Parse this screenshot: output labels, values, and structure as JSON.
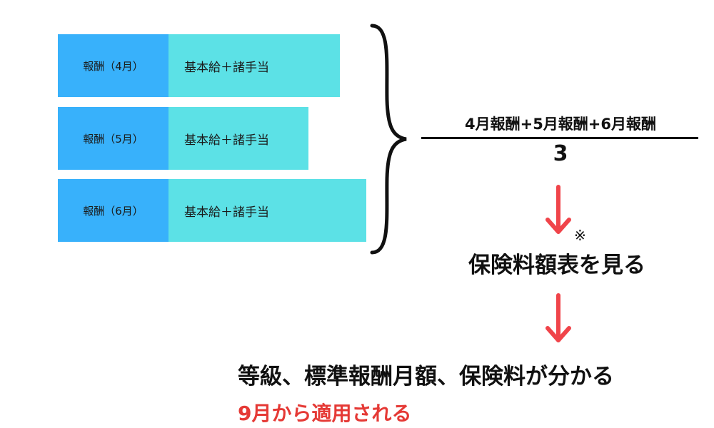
{
  "colors": {
    "label_fill": "#38b1fb",
    "detail_fill": "#5ce1e6",
    "text": "#111111",
    "arrow": "#f0444a",
    "highlight": "#e53935"
  },
  "bars": [
    {
      "label": "報酬（4月）",
      "detail": "基本給＋諸手当"
    },
    {
      "label": "報酬（5月）",
      "detail": "基本給＋諸手当"
    },
    {
      "label": "報酬（6月）",
      "detail": "基本給＋諸手当"
    }
  ],
  "formula": {
    "numerator": "4月報酬+5月報酬+6月報酬",
    "denominator": "3"
  },
  "icons": {
    "brace": "right-curly-brace-icon",
    "arrow": "red-down-arrow-icon"
  },
  "note_mark": "※",
  "step": "保険料額表を見る",
  "result": "等級、標準報酬月額、保険料が分かる",
  "apply": "9月から適用される"
}
